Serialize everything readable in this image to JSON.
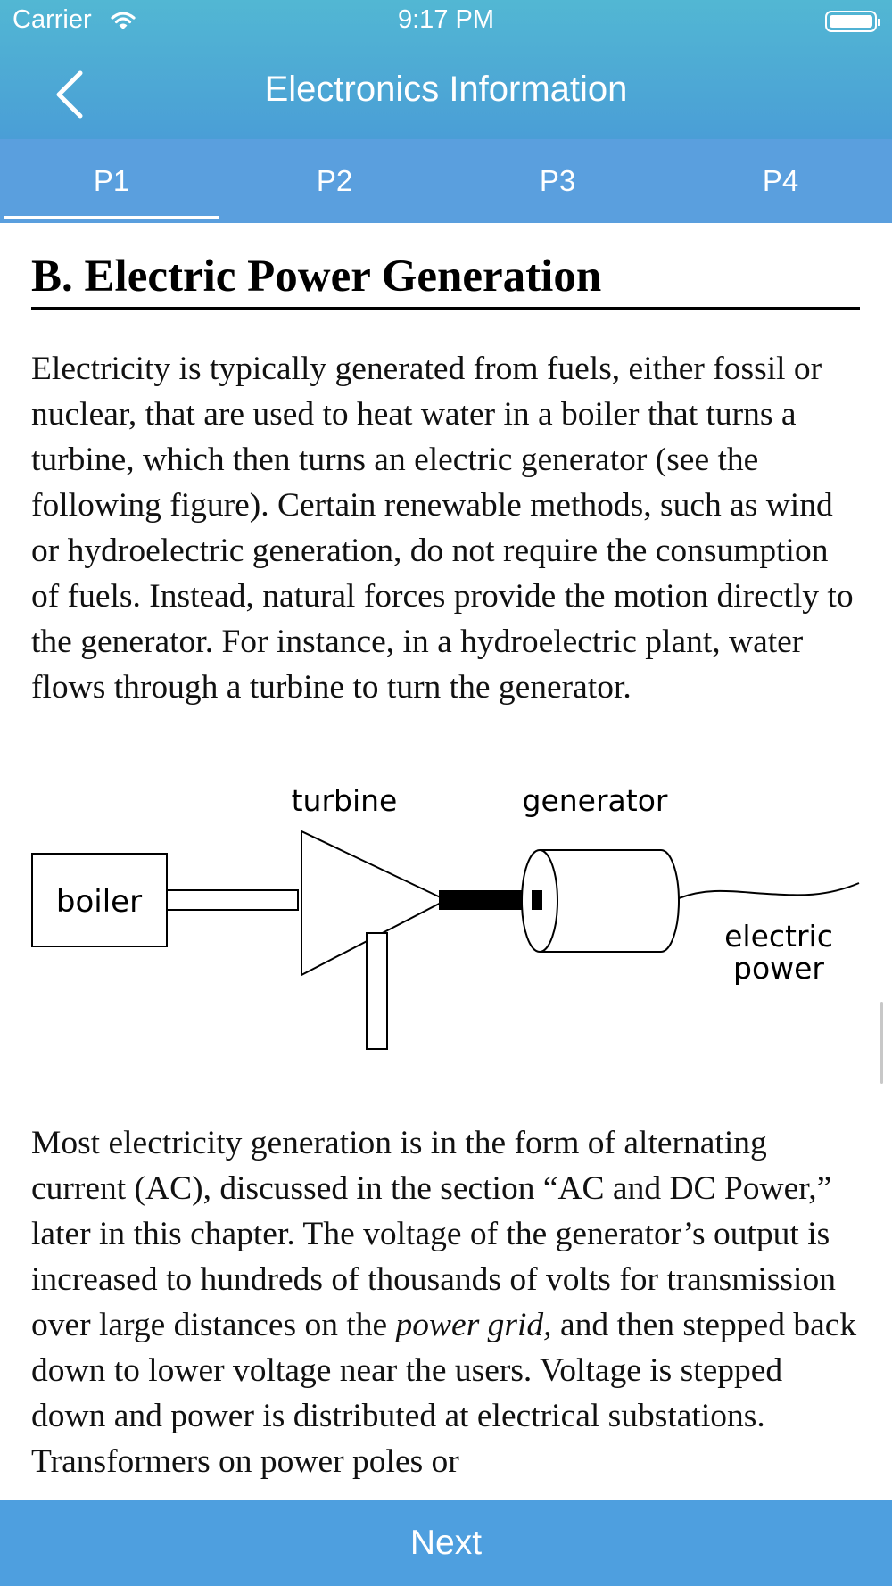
{
  "status_bar": {
    "carrier": "Carrier",
    "time": "9:17 PM"
  },
  "nav": {
    "title": "Electronics Information",
    "back_icon": "chevron-left-icon"
  },
  "tabs": [
    {
      "label": "P1",
      "active": true
    },
    {
      "label": "P2"
    },
    {
      "label": "P3"
    },
    {
      "label": "P4"
    }
  ],
  "article": {
    "heading": "B. Electric Power Generation",
    "para1": "Electricity is typically generated from fuels, either fossil or nuclear, that are used to heat water in a boiler that turns a turbine, which then turns an electric generator (see the following figure). Certain renewable methods, such as wind or hydroelectric generation, do not require the consumption of fuels. Instead, natural forces provide the motion directly to the generator. For instance, in a hydroelectric plant, water flows through a turbine to turn the generator.",
    "figure": {
      "boiler": "boiler",
      "turbine": "turbine",
      "generator": "generator",
      "electric": "electric",
      "power": "power"
    },
    "para2_a": "Most electricity generation is in the form of alternating current (AC), discussed in the section “AC and DC Power,” later in this chapter. The voltage of the generator’s output is increased to hundreds of thousands of volts for transmission over large distances on the ",
    "para2_em": "power grid,",
    "para2_b": " and then stepped back down to lower voltage near the users. Voltage is stepped down and power is distributed at electrical substations. Transformers on power poles or"
  },
  "footer": {
    "next_label": "Next"
  }
}
